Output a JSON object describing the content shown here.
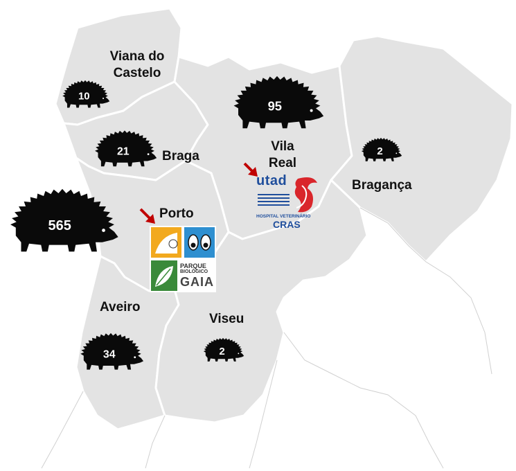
{
  "regions": [
    {
      "id": "viana",
      "name_lines": [
        "Viana do",
        "Castelo"
      ],
      "count": "10"
    },
    {
      "id": "braga",
      "name_lines": [
        "Braga"
      ],
      "count": "21"
    },
    {
      "id": "vila-real",
      "name_lines": [
        "Vila",
        "Real"
      ],
      "count": "95"
    },
    {
      "id": "braganca",
      "name_lines": [
        "Bragança"
      ],
      "count": "2"
    },
    {
      "id": "porto",
      "name_lines": [
        "Porto"
      ],
      "count": "565"
    },
    {
      "id": "aveiro",
      "name_lines": [
        "Aveiro"
      ],
      "count": "34"
    },
    {
      "id": "viseu",
      "name_lines": [
        "Viseu"
      ],
      "count": "2"
    }
  ],
  "logos": {
    "gaia": {
      "line1": "PARQUE",
      "line2": "BIOLÓGICO",
      "line3": "GAIA"
    },
    "utad": {
      "brand": "utad",
      "line1": "HOSPITAL VETERINÁRIO",
      "line2": "CRAS"
    }
  },
  "colors": {
    "region_fill": "#e3e3e3",
    "hedgehog": "#0a0a0a",
    "arrow": "#c00000",
    "utad_blue": "#1f4e9c",
    "utad_red": "#d9262b"
  }
}
